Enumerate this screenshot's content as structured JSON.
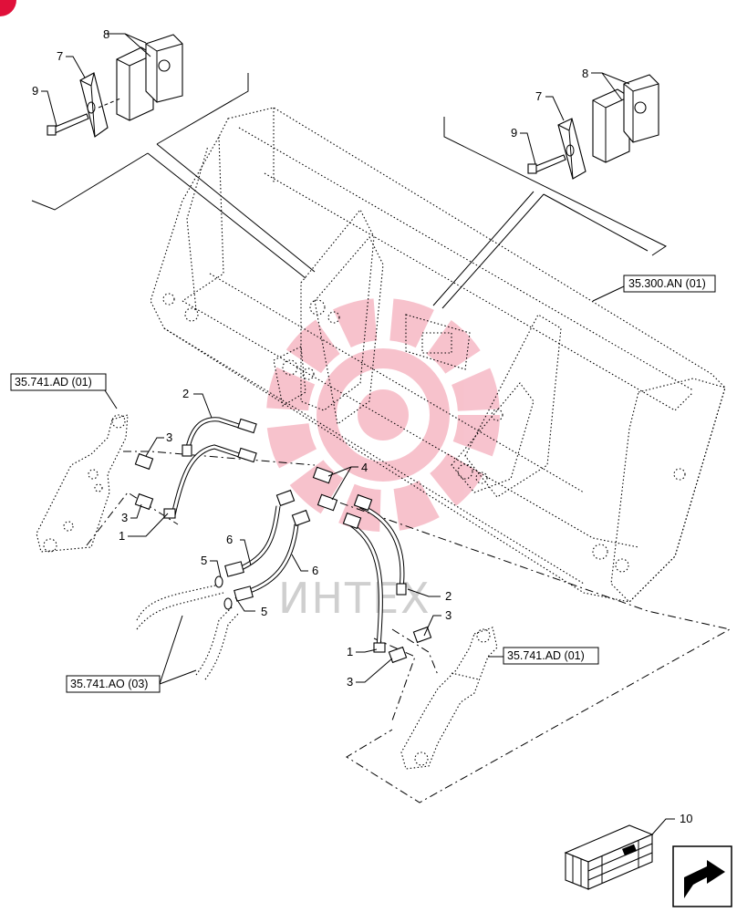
{
  "watermark": "ИНТЕХ",
  "badge_color": "#e0103a",
  "refs": {
    "bucket": "35.300.AN (01)",
    "cyl_left": "35.741.AD (01)",
    "cyl_right": "35.741.AD (01)",
    "lines": "35.741.AO (03)"
  },
  "callouts": {
    "c1a": "1",
    "c1b": "1",
    "c2a": "2",
    "c2b": "2",
    "c3a": "3",
    "c3b": "3",
    "c3c": "3",
    "c3d": "3",
    "c4": "4",
    "c5a": "5",
    "c5b": "5",
    "c6a": "6",
    "c6b": "6",
    "c7a": "7",
    "c7b": "7",
    "c8a": "8",
    "c8b": "8",
    "c9a": "9",
    "c9b": "9",
    "c10": "10"
  },
  "icons": [
    "crate-icon",
    "next-page-arrow-icon",
    "watermark-gear-icon"
  ]
}
